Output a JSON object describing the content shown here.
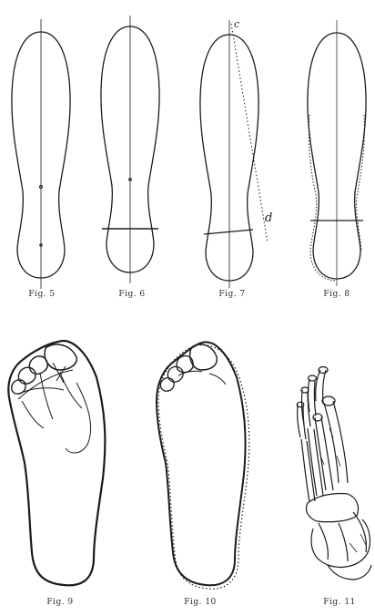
{
  "figures": {
    "fig5": {
      "caption": "Fig. 5"
    },
    "fig6": {
      "caption": "Fig. 6"
    },
    "fig7": {
      "caption": "Fig. 7",
      "label_top": "c",
      "label_side": "d"
    },
    "fig8": {
      "caption": "Fig. 8"
    },
    "fig9": {
      "caption": "Fig. 9"
    },
    "fig10": {
      "caption": "Fig. 10"
    },
    "fig11": {
      "caption": "Fig. 11"
    }
  }
}
